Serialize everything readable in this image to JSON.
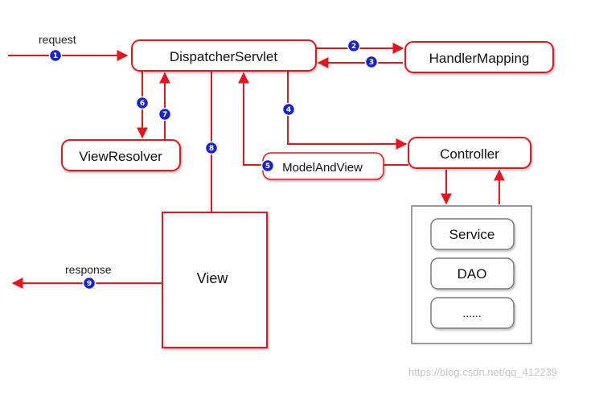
{
  "nodes": {
    "dispatcher": "DispatcherServlet",
    "handler_mapping": "HandlerMapping",
    "controller": "Controller",
    "view_resolver": "ViewResolver",
    "model_and_view": "ModelAndView",
    "view": "View",
    "service": "Service",
    "dao": "DAO",
    "more": "......"
  },
  "edge_labels": {
    "request": "request",
    "response": "response"
  },
  "steps": [
    "1",
    "2",
    "3",
    "4",
    "5",
    "6",
    "7",
    "8",
    "9"
  ],
  "colors": {
    "arrow": "#e8141b",
    "box_border": "#e8141b",
    "badge_fill": "#1a22c9",
    "container_border": "#7a7a7a"
  },
  "watermark": "https://blog.csdn.net/qq_412239"
}
